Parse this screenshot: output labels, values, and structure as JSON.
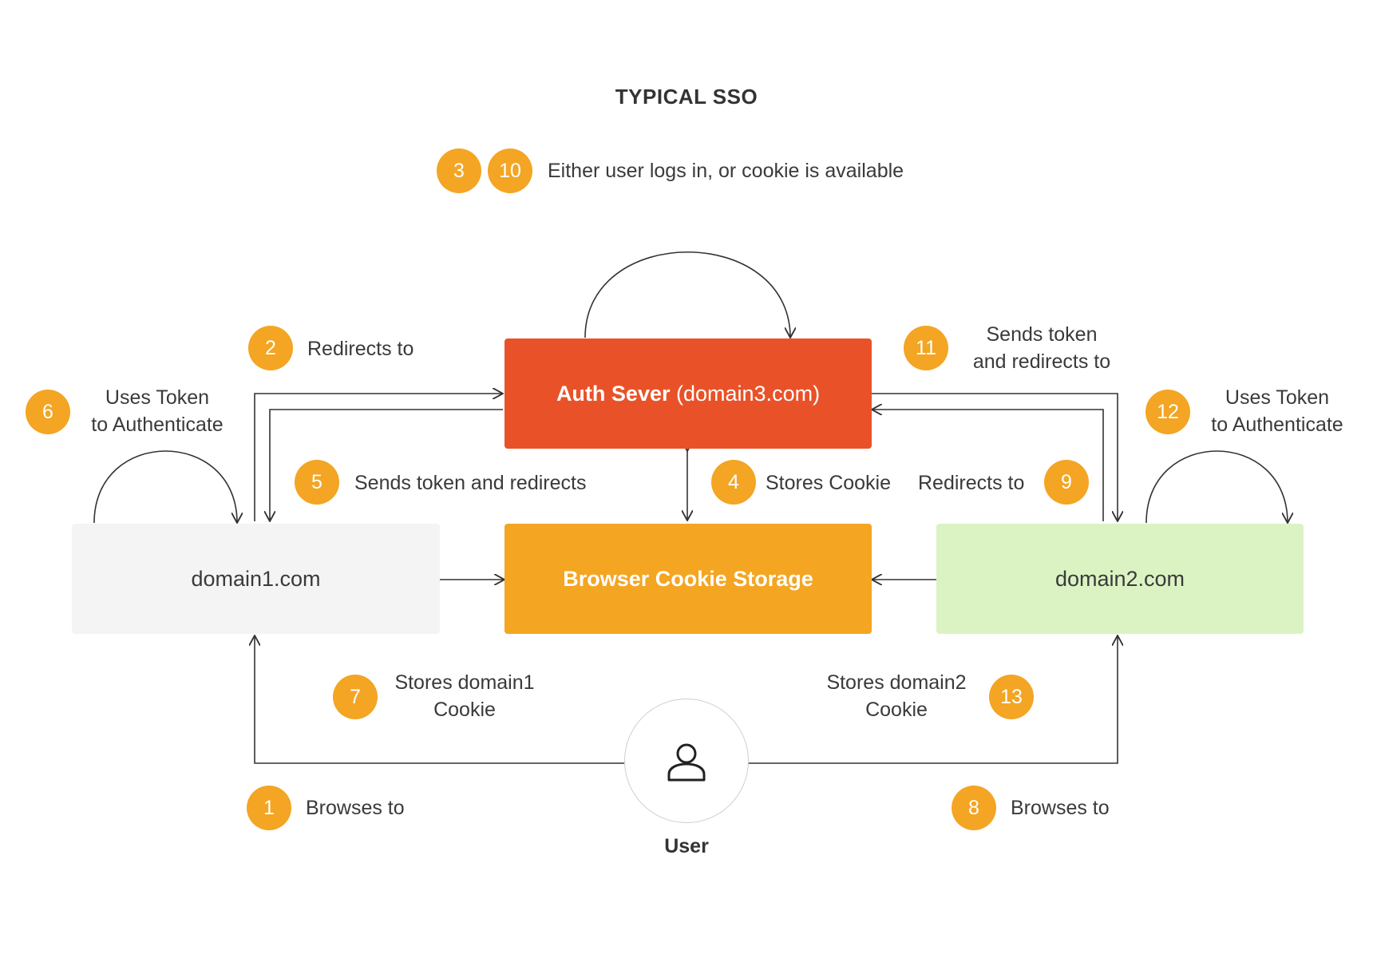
{
  "title": "TYPICAL SSO",
  "nodes": {
    "auth_name": "Auth Sever",
    "auth_domain": "(domain3.com)",
    "storage": "Browser Cookie Storage",
    "domain1": "domain1.com",
    "domain2": "domain2.com",
    "user": "User"
  },
  "colors": {
    "badge": "#f3a523",
    "auth": "#e95228",
    "storage": "#f4a522",
    "domain1": "#f4f4f4",
    "domain2": "#dbf3c3"
  },
  "steps": {
    "s1": {
      "num": "1",
      "line1": "Browses to"
    },
    "s2": {
      "num": "2",
      "line1": "Redirects to"
    },
    "s3": {
      "num": "3"
    },
    "s10": {
      "num": "10",
      "line1": "Either user logs in, or cookie is available"
    },
    "s4": {
      "num": "4",
      "line1": "Stores Cookie"
    },
    "s5": {
      "num": "5",
      "line1": "Sends token and redirects"
    },
    "s6": {
      "num": "6",
      "line1": "Uses Token",
      "line2": "to Authenticate"
    },
    "s7": {
      "num": "7",
      "line1": "Stores domain1",
      "line2": "Cookie"
    },
    "s8": {
      "num": "8",
      "line1": "Browses to"
    },
    "s9": {
      "num": "9",
      "line1": "Redirects to"
    },
    "s11": {
      "num": "11",
      "line1": "Sends token",
      "line2": "and redirects to"
    },
    "s12": {
      "num": "12",
      "line1": "Uses Token",
      "line2": "to Authenticate"
    },
    "s13": {
      "num": "13",
      "line1": "Stores domain2",
      "line2": "Cookie"
    }
  }
}
